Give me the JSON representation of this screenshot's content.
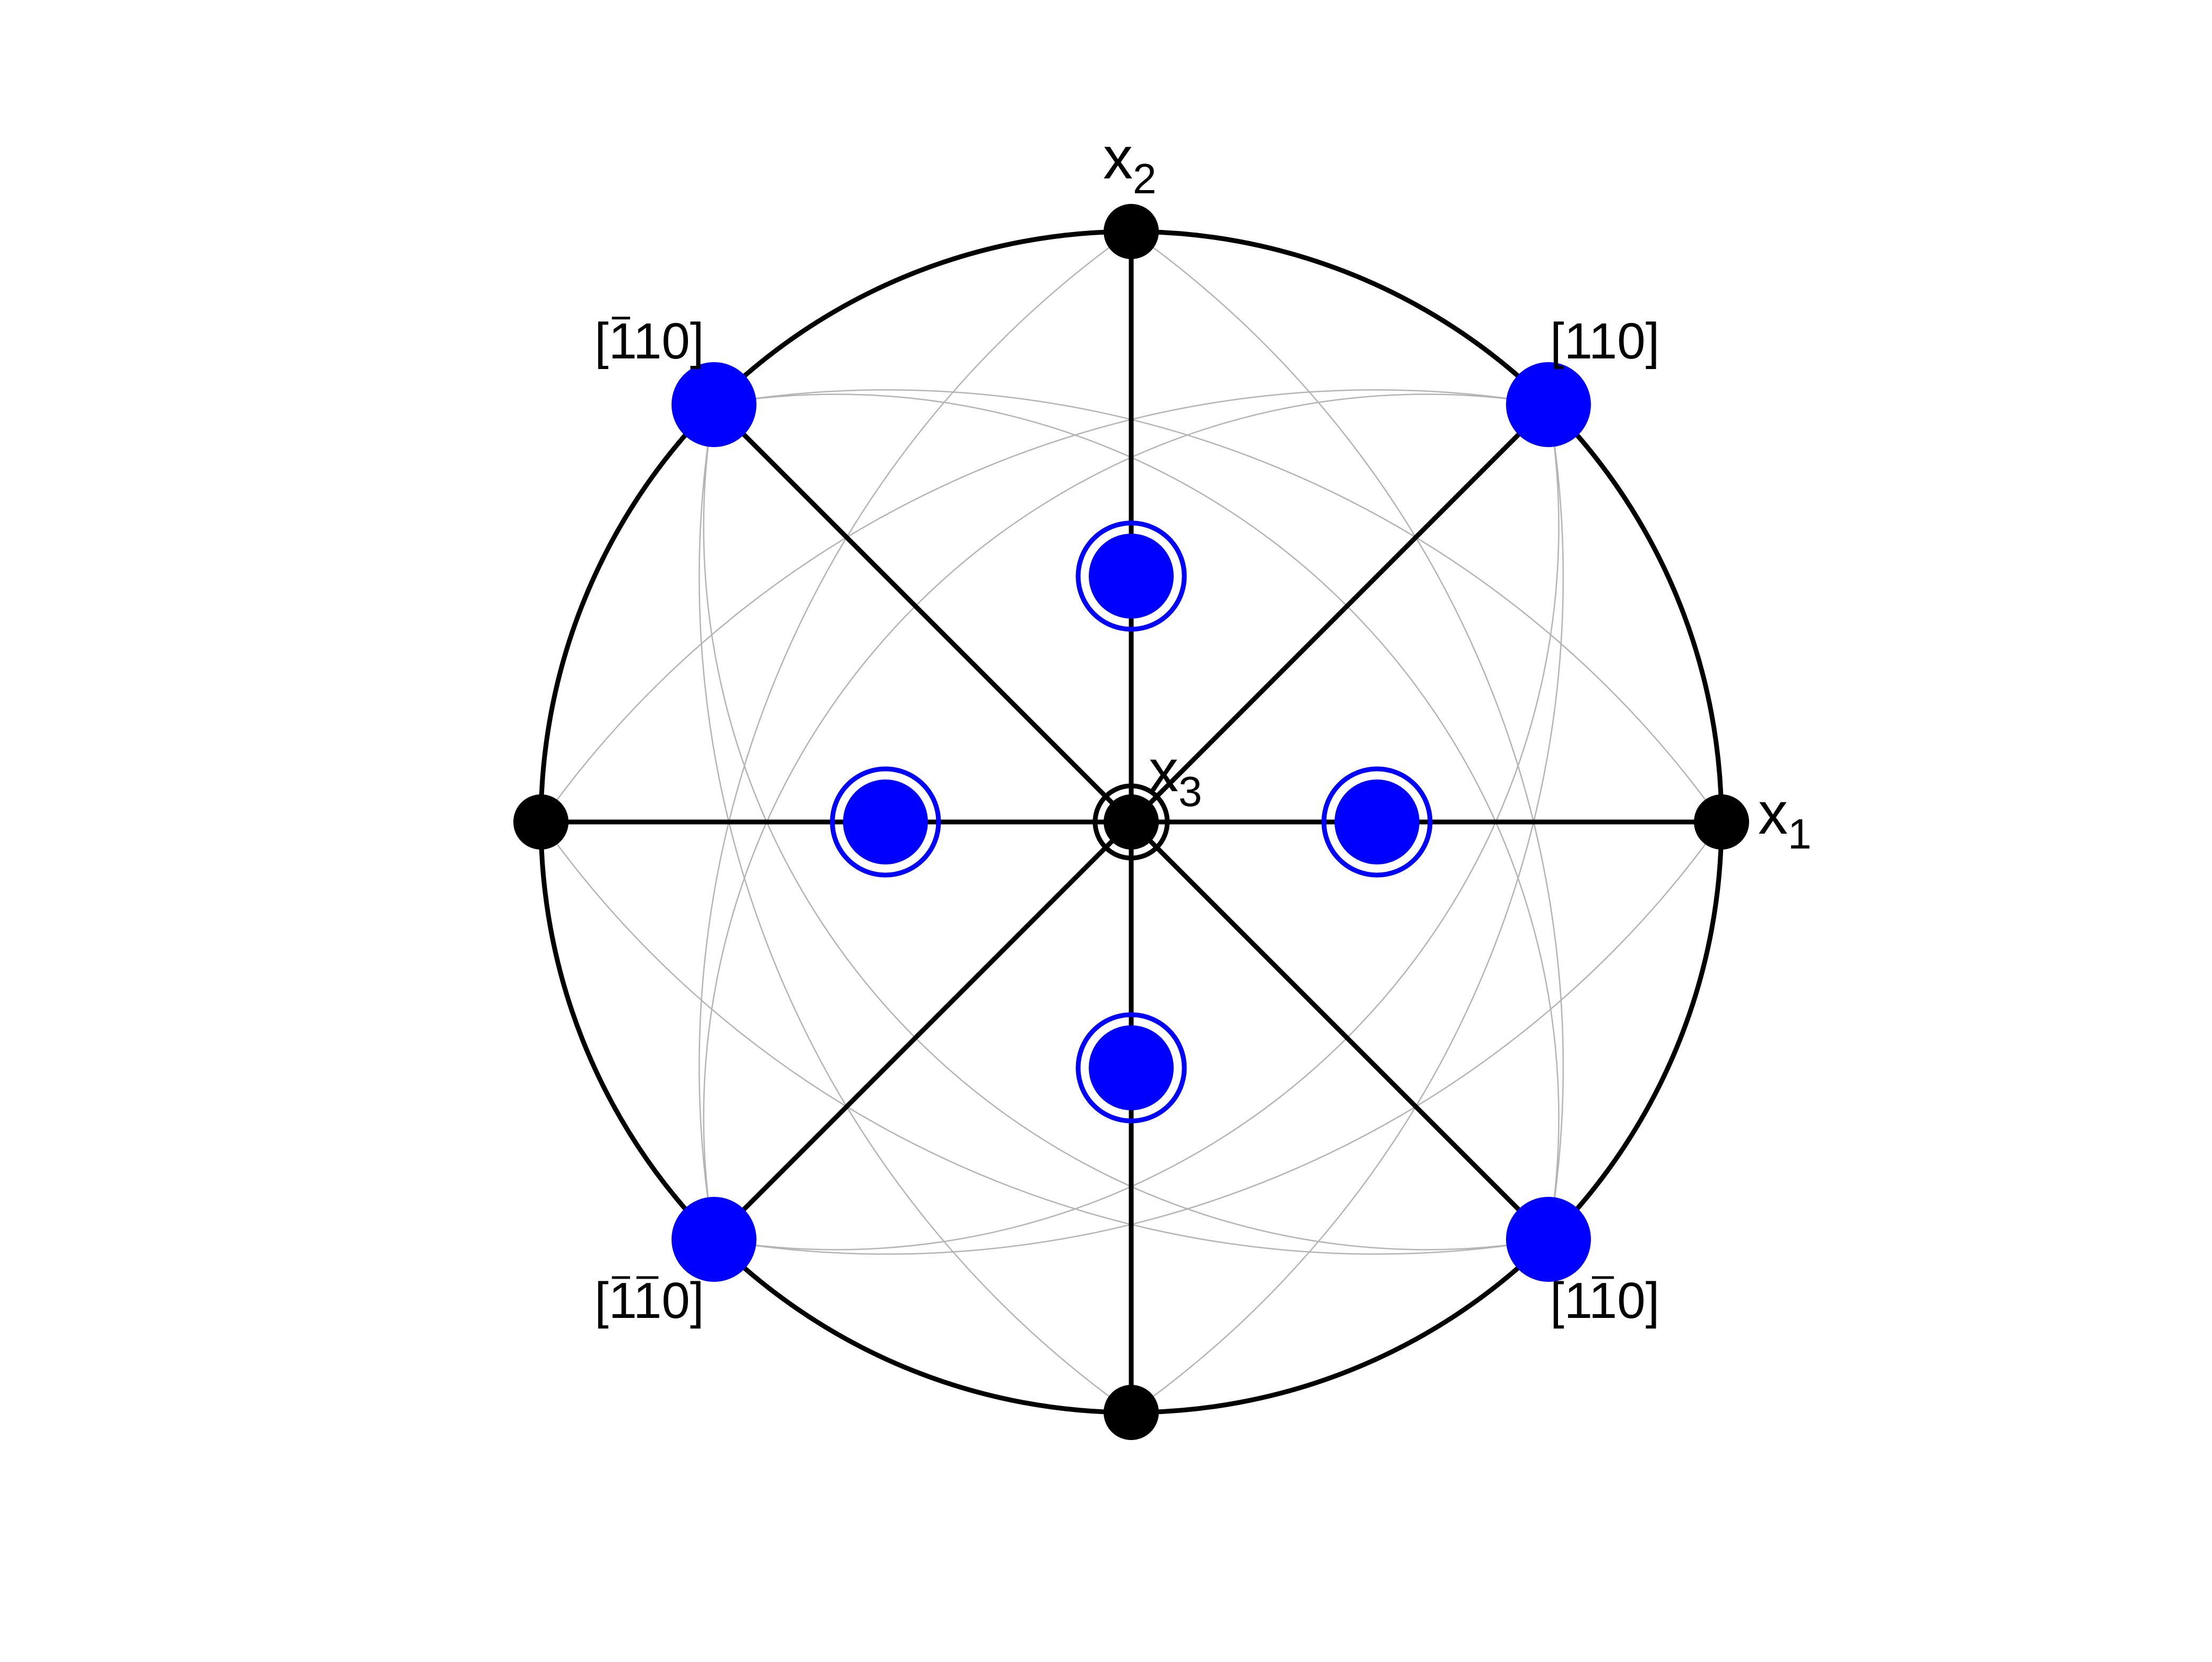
{
  "diagram": {
    "axes": {
      "x1": {
        "base": "x",
        "sub": "1"
      },
      "x2": {
        "base": "x",
        "sub": "2"
      },
      "x3": {
        "base": "x",
        "sub": "3"
      }
    },
    "directions": {
      "d110": {
        "text": "[110]",
        "overbars": []
      },
      "d_1_1_0": {
        "text": "[110]",
        "overbars": [
          1
        ]
      },
      "d_1m1_0": {
        "text": "[110]",
        "overbars": [
          2
        ]
      },
      "d_m1m1_0": {
        "text": "[110]",
        "overbars": [
          1,
          2
        ]
      }
    },
    "colors": {
      "primitive_circle": "#000000",
      "great_circles": "#000000",
      "grid_lines": "#b4b4b4",
      "axis_poles": "#000000",
      "family_poles": "#0000ff"
    }
  }
}
